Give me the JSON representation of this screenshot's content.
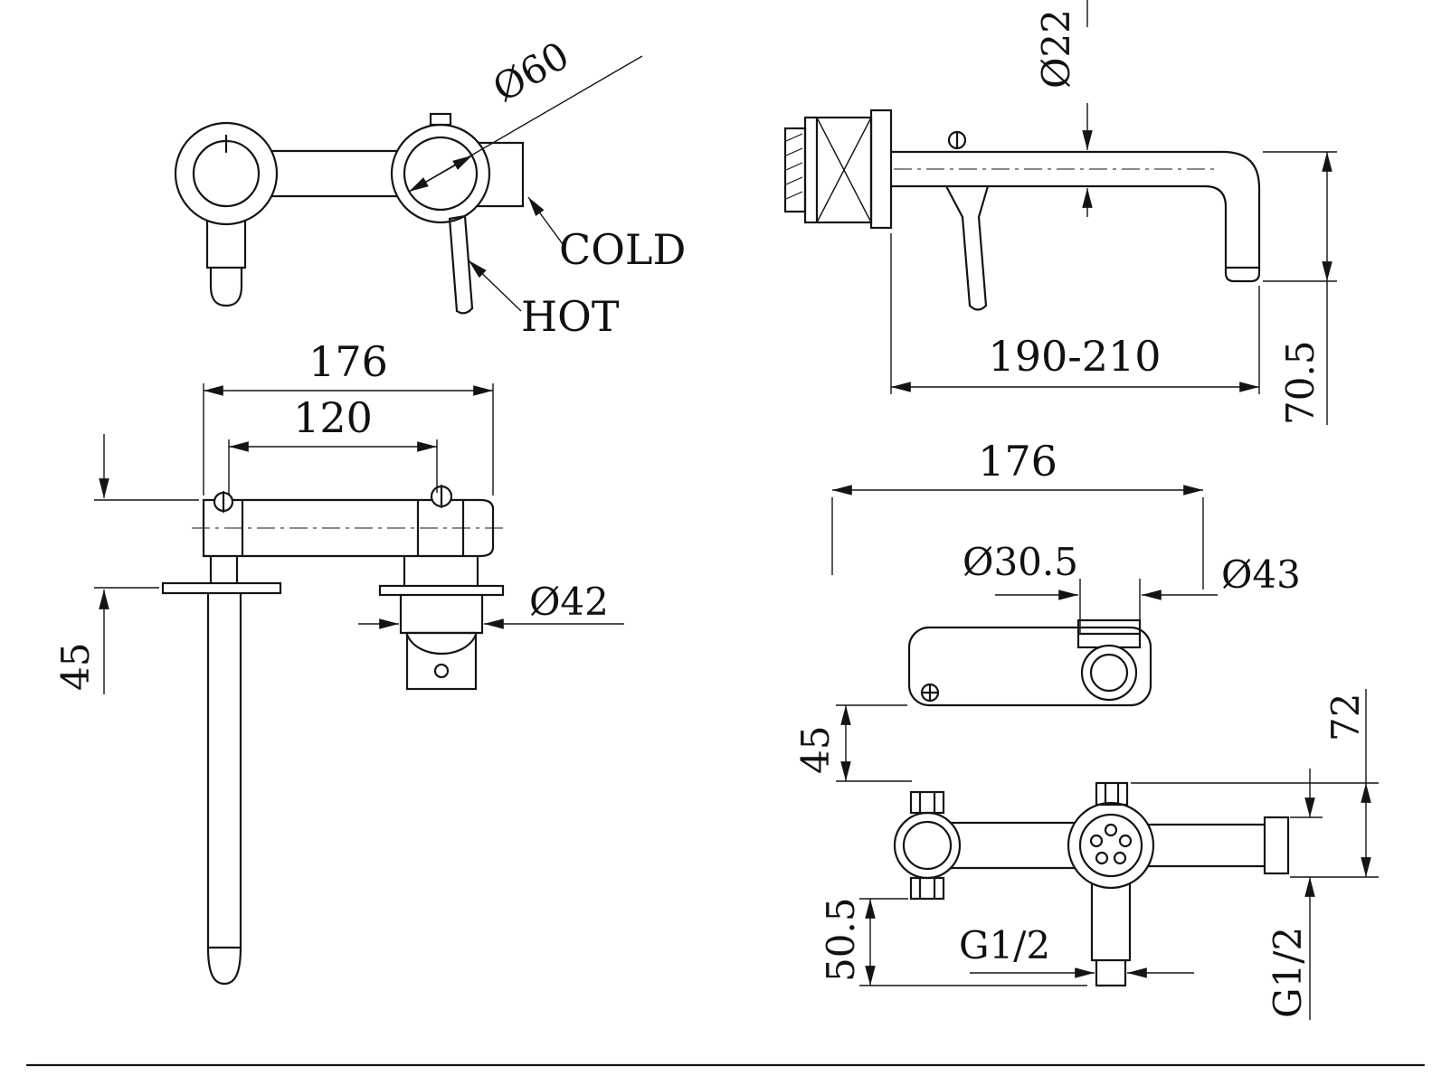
{
  "drawing": {
    "front_view": {
      "dia_handle": "Ø60",
      "cold": "COLD",
      "hot": "HOT"
    },
    "side_view": {
      "dia_spout": "Ø22",
      "spout_reach": "190-210",
      "spout_drop": "70.5"
    },
    "roughin_front": {
      "width": "176",
      "centers": "120",
      "depth": "45",
      "dia_body": "Ø42"
    },
    "roughin_top": {
      "width": "176",
      "dia_cartridge": "Ø30.5",
      "dia_trim": "Ø43",
      "depth": "45"
    },
    "roughin_back": {
      "height": "72",
      "drop": "50.5",
      "thread_spout": "G1/2",
      "thread_inlet": "G1/2"
    }
  }
}
